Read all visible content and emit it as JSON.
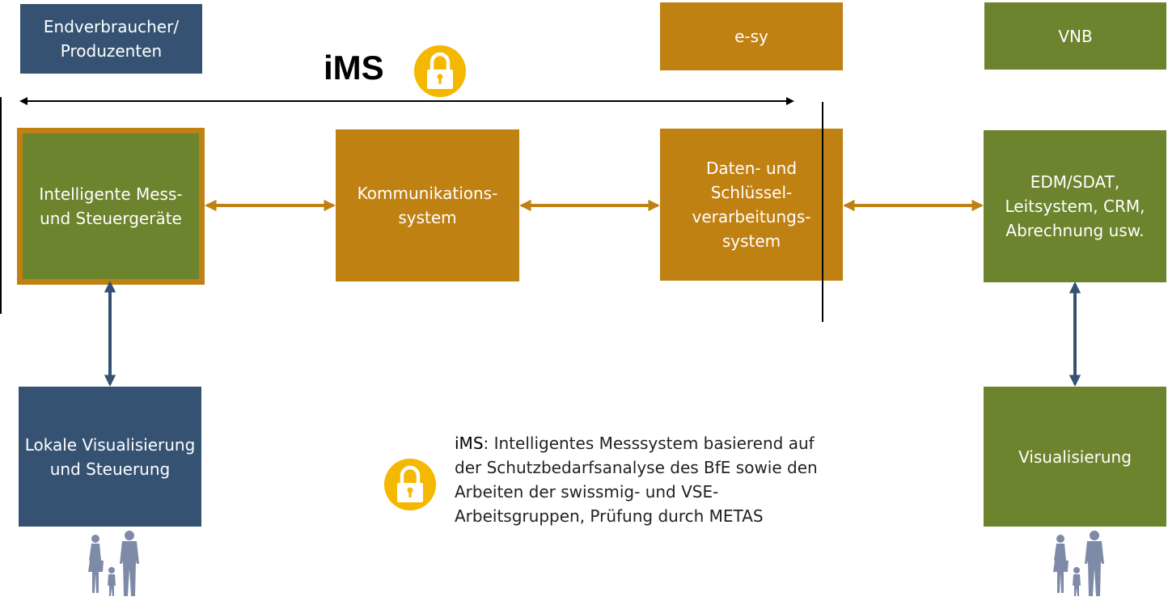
{
  "header": {
    "consumer": "Endverbraucher/\nProduzenten",
    "esy": "e-sy",
    "vnb": "VNB",
    "ims": "iMS"
  },
  "boxes": {
    "smart_meter": "Intelligente Mess-\nund Steuergeräte",
    "communication": "Kommunikations-\nsystem",
    "data_processing": "Daten- und\nSchlüssel-\nverarbeitungs-\nsystem",
    "backend": "EDM/SDAT,\nLeitsystem, CRM,\nAbrechnung usw.",
    "local_visualization": "Lokale Visualisierung\nund Steuerung",
    "visualization": "Visualisierung"
  },
  "legend": {
    "term": "iMS",
    "description": ": Intelligentes Messsystem basierend auf der Schutzbedarfsanalyse des BfE sowie den Arbeiten der swissmig- und VSE-Arbeitsgruppen, Prüfung durch METAS"
  },
  "colors": {
    "blue": "#355273",
    "gold": "#C08113",
    "green": "#6C842D",
    "lock": "#F5B800",
    "people": "#7D8AA8"
  },
  "icons": [
    "lock-icon",
    "people-icon"
  ]
}
